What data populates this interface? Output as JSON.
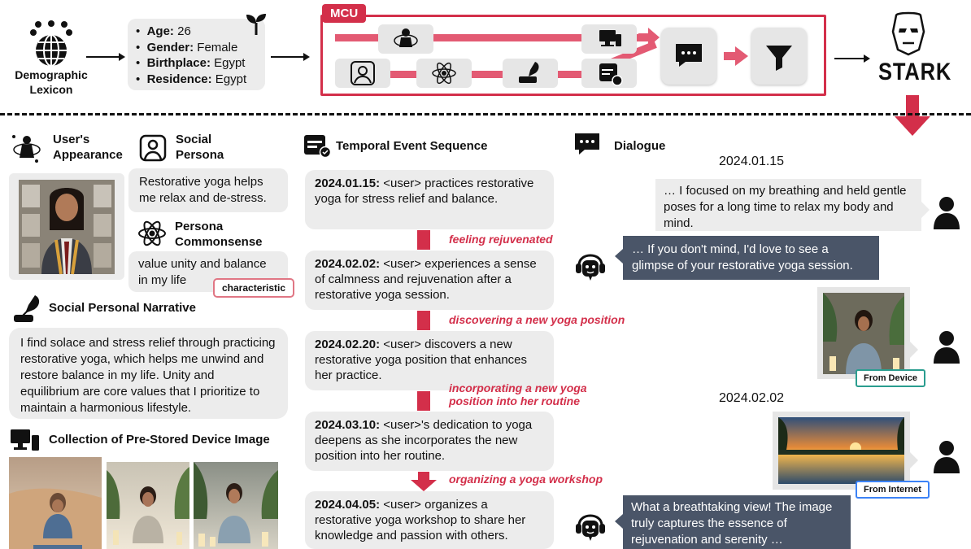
{
  "demographic": {
    "label_line1": "Demographic",
    "label_line2": "Lexicon"
  },
  "profile": [
    {
      "key": "Age:",
      "value": " 26"
    },
    {
      "key": "Gender:",
      "value": " Female"
    },
    {
      "key": "Birthplace:",
      "value": " Egypt"
    },
    {
      "key": "Residence:",
      "value": " Egypt"
    }
  ],
  "mcu": {
    "label": "MCU"
  },
  "stark": {
    "label": "STARK"
  },
  "left": {
    "appearance_l1": "User's",
    "appearance_l2": "Appearance",
    "social_l1": "Social",
    "social_l2": "Persona",
    "social_text": "Restorative yoga helps me relax and de-stress.",
    "commonsense_l1": "Persona",
    "commonsense_l2": "Commonsense",
    "commonsense_text": "value unity and balance in my life",
    "characteristic_tag": "characteristic",
    "narrative_title": "Social Personal Narrative",
    "narrative_text": "I find solace and stress relief through practicing restorative yoga, which helps me unwind and restore balance in my life. Unity and equilibrium are core values that I prioritize to maintain a harmonious lifestyle.",
    "collection_title": "Collection of Pre-Stored Device Image"
  },
  "events": {
    "title": "Temporal Event Sequence",
    "items": [
      {
        "date": "2024.01.15:",
        "text": " <user> practices restorative yoga for stress relief and balance."
      },
      {
        "date": "2024.02.02:",
        "text": " <user> experiences a sense of calmness and rejuvenation after a restorative yoga session."
      },
      {
        "date": "2024.02.20:",
        "text": " <user> discovers a new restorative yoga position that enhances her practice."
      },
      {
        "date": "2024.03.10:",
        "text": " <user>'s dedication to yoga deepens as she incorporates the new position into her routine."
      },
      {
        "date": "2024.04.05:",
        "text": " <user> organizes a restorative yoga workshop to share her knowledge and passion with others."
      }
    ],
    "transitions": [
      "feeling rejuvenated",
      "discovering a new yoga position",
      "incorporating a new yoga position into her routine",
      "organizing a yoga workshop"
    ]
  },
  "dialogue": {
    "title": "Dialogue",
    "date1": "2024.01.15",
    "date2": "2024.02.02",
    "m1": "… I focused on my breathing and held gentle poses for a long time to relax my body and mind.",
    "m2": "… If you don't mind, I'd love to see a glimpse of your restorative yoga session.",
    "m3": "What a breathtaking view! The image truly captures the essence of rejuvenation and serenity …",
    "tag_device": "From Device",
    "tag_internet": "From Internet"
  },
  "colors": {
    "accent": "#d32f4a",
    "bot": "#4a5568",
    "device": "#2a9d8f",
    "internet": "#3b82f6"
  }
}
